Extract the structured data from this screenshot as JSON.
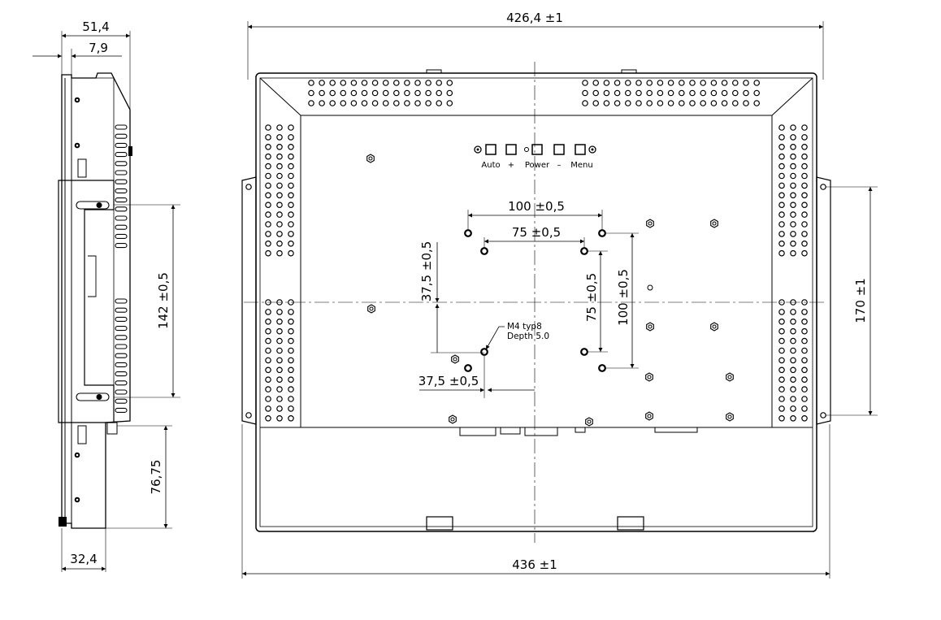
{
  "dimensions": {
    "side_depth": "51,4",
    "side_offset": "7,9",
    "side_bracket_spacing": "142 ±0,5",
    "side_lower": "76,75",
    "side_bottom": "32,4",
    "front_top_width": "426,4 ±1",
    "front_bottom_width": "436 ±1",
    "front_right_height": "170 ±1",
    "vesa_100_h": "100 ±0,5",
    "vesa_75_h": "75 ±0,5",
    "vesa_75_v": "75 ±0,5",
    "vesa_100_v": "100 ±0,5",
    "offset_37_5_v": "37,5 ±0,5",
    "offset_37_5_h": "37,5 ±0,5"
  },
  "callout": {
    "line1": "M4 typ8",
    "line2": "Depth 5.0"
  },
  "button_labels": [
    "Auto",
    "+",
    "Power",
    "–",
    "Menu"
  ]
}
